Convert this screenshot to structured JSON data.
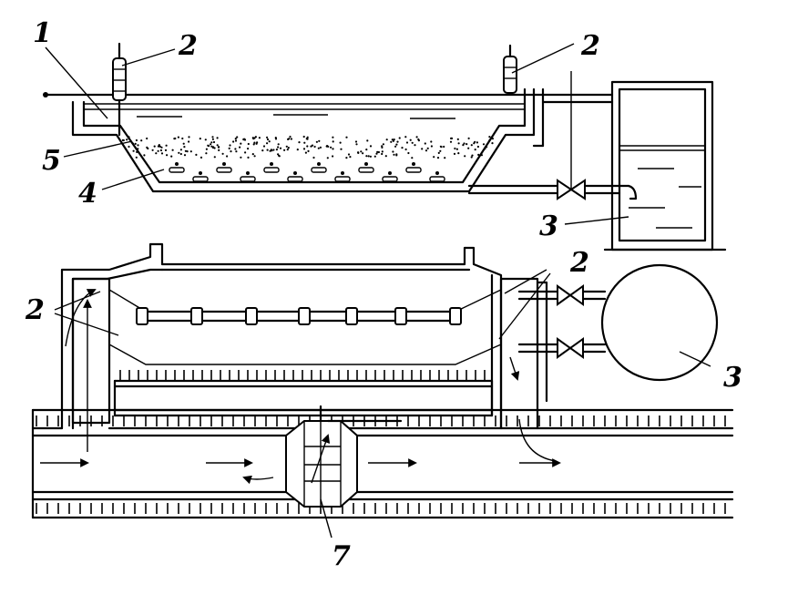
{
  "labels": {
    "l1": "1",
    "l2_top_left": "2",
    "l2_top_right": "2",
    "l5": "5",
    "l4": "4",
    "l3_top": "3",
    "l2_mid_right": "2",
    "l2_mid_left": "2",
    "l3_right": "3",
    "l7": "7"
  },
  "colors": {
    "ink": "#000000",
    "paper": "#ffffff"
  }
}
